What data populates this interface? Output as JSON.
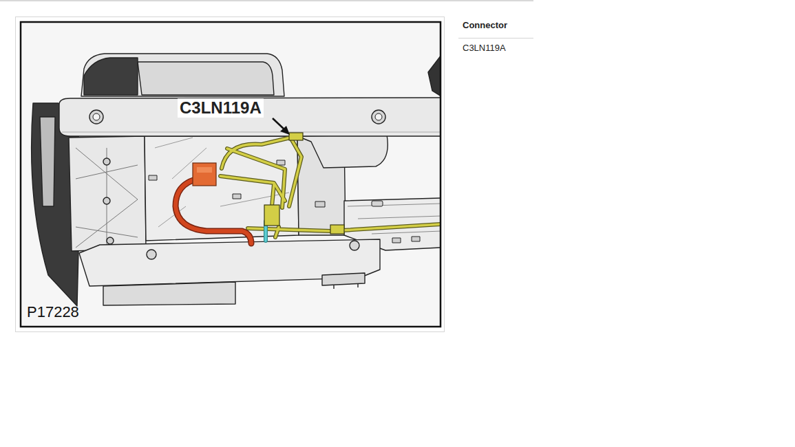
{
  "diagram": {
    "labels": [
      "C3LN119A",
      "P17228",
      "Connector",
      "C3LN119A"
    ]
  }
}
